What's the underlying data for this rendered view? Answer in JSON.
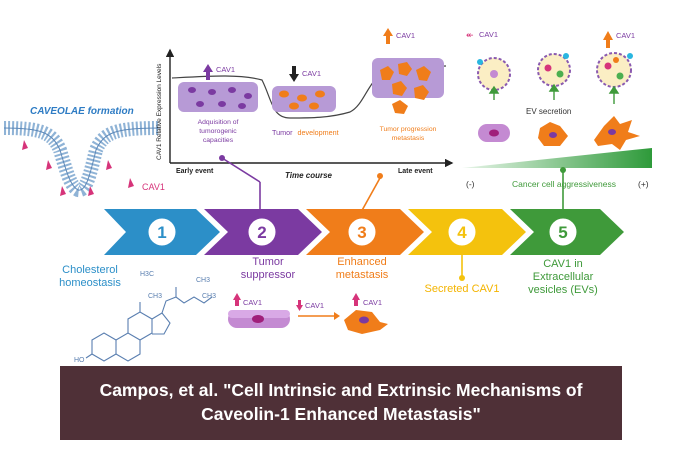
{
  "colors": {
    "step1": "#2c8fc8",
    "step2": "#7b3aa1",
    "step3": "#f07d1a",
    "step4": "#f4c20d",
    "step5": "#3f9a3a",
    "caption_bg": "#4f3037",
    "up_arrow": "#f07d1a",
    "down_arrow": "#222222",
    "cav1_pink": "#d6347a",
    "gradient_green": "#4caf50"
  },
  "caveolae": {
    "title": "CAVEOLAE formation",
    "cav1_label": "CAV1"
  },
  "graph": {
    "ylabel": "CAV1 Relative Expression Levels",
    "xlabel": "Time course",
    "early": "Early event",
    "late": "Late event",
    "stage1": {
      "line1": "Adquisition of",
      "line2": "tumorogenic",
      "line3": "capacities",
      "cav1": "CAV1"
    },
    "stage2": {
      "tumor": "Tumor",
      "development": "development",
      "cav1": "CAV1"
    },
    "stage3": {
      "line1": "Tumor progression",
      "line2": "metastasis",
      "cav1": "CAV1"
    }
  },
  "evs": {
    "cav1_left": "CAV1",
    "cav1_right": "CAV1",
    "secretion": "EV secretion",
    "minus": "(-)",
    "plus": "(+)",
    "aggressiveness": "Cancer cell aggressiveness"
  },
  "timeline": {
    "steps": [
      {
        "number": "1",
        "label_lines": [
          "Cholesterol",
          "homeostasis"
        ]
      },
      {
        "number": "2",
        "label_lines": [
          "Tumor",
          "suppressor"
        ]
      },
      {
        "number": "3",
        "label_lines": [
          "Enhanced",
          "metastasis"
        ]
      },
      {
        "number": "4",
        "label_lines": [
          "Secreted CAV1"
        ]
      },
      {
        "number": "5",
        "label_lines": [
          "CAV1 in",
          "Extracellular",
          "vesicles (EVs)"
        ]
      }
    ]
  },
  "cholesterol": {
    "ch3_a": "H3C",
    "ch3_b": "CH3",
    "ch3_c": "CH3",
    "ch3_d": "CH3",
    "ho": "HO"
  },
  "suppressor": {
    "cav1_up": "CAV1",
    "cav1_down": "CAV1",
    "cav1_up2": "CAV1"
  },
  "caption": {
    "line1": "Campos, et al. \"Cell Intrinsic and Extrinsic Mechanisms of",
    "line2": "Caveolin-1 Enhanced Metastasis\""
  }
}
